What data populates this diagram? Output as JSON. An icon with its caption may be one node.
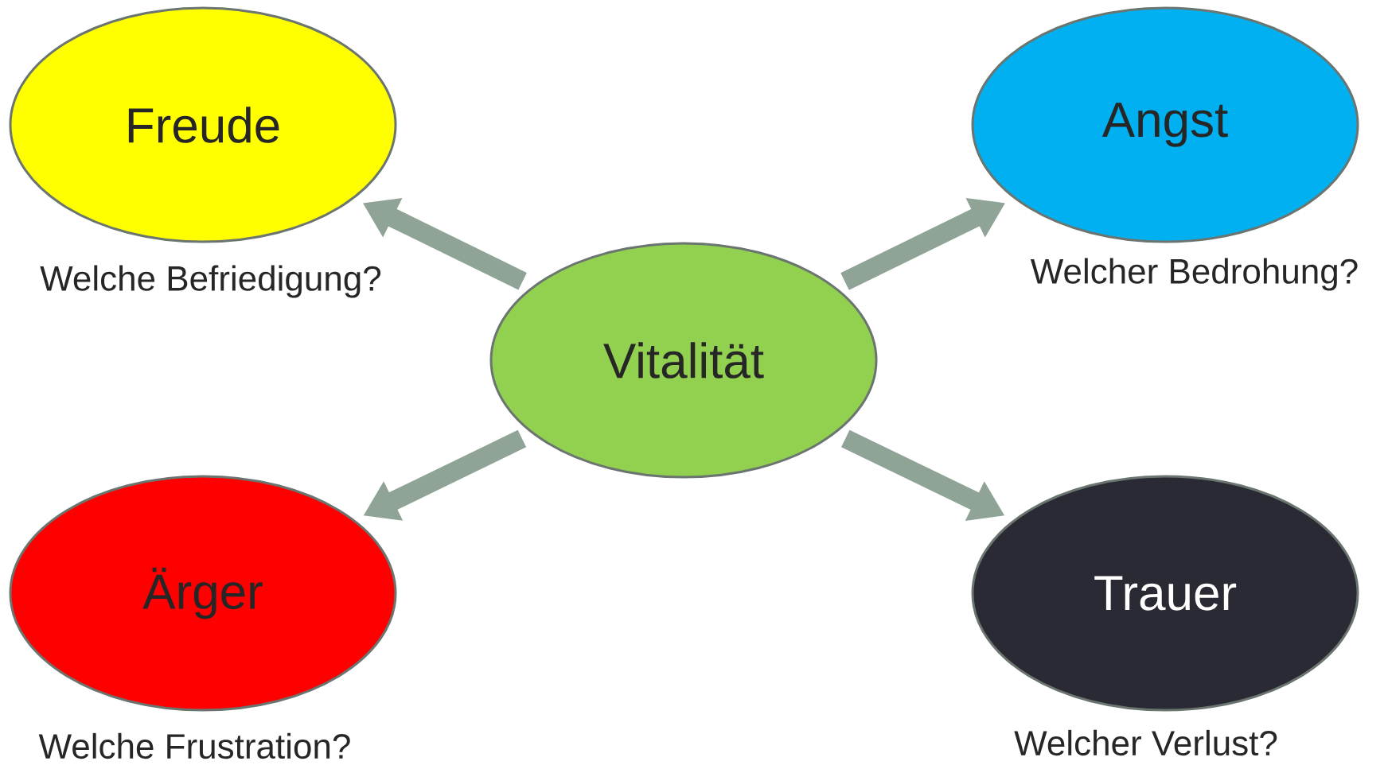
{
  "diagram": {
    "nodes": [
      {
        "text": [
          "Freude"
        ],
        "beside": [
          "Welche Befriedigung?"
        ]
      },
      {
        "text": [
          "Angst"
        ],
        "beside": [
          "Welcher Bedrohung?"
        ]
      },
      {
        "text": [
          "Vitalität"
        ]
      },
      {
        "text": [
          "Ärger"
        ],
        "beside": [
          "Welche Frustration?"
        ]
      },
      {
        "text": [
          "Trauer"
        ],
        "beside": [
          "Welcher Verlust?"
        ]
      }
    ],
    "edges": [
      {
        "from": 2,
        "to": 0,
        "arrow": "to"
      },
      {
        "from": 2,
        "to": 1,
        "arrow": "to"
      },
      {
        "from": 2,
        "to": 3,
        "arrow": "to"
      },
      {
        "from": 2,
        "to": 4,
        "arrow": "to"
      }
    ]
  }
}
